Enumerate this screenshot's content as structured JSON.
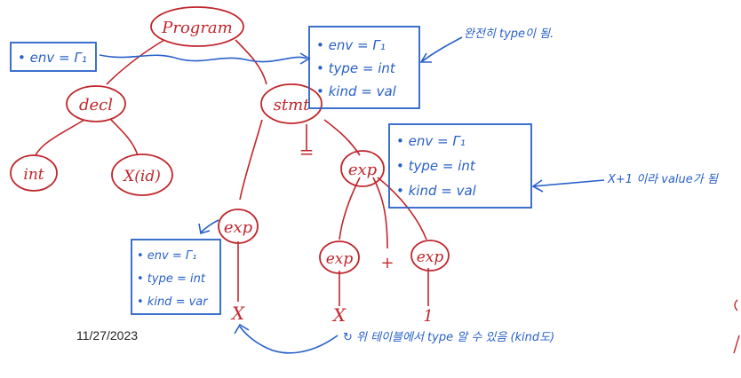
{
  "colors": {
    "tree": "#c0262c",
    "annotation": "#2860c8"
  },
  "nodes": {
    "program": "Program",
    "decl": "decl",
    "stmt": "stmt",
    "int": "int",
    "x_id": "X(id)",
    "exp_left": "exp",
    "exp_right": "exp",
    "exp_a": "exp",
    "exp_b": "exp"
  },
  "tokens": {
    "equals": "=",
    "plus": "+",
    "x_left": "X",
    "x_right": "X",
    "one": "1"
  },
  "env_box": {
    "line": "• env = Γ₁"
  },
  "stmt_box": {
    "line1": "• env = Γ₁",
    "line2": "• type = int",
    "line3": "• kind = val"
  },
  "stmt_note": "완전히 type이 됨.",
  "exp_box": {
    "line1": "• env = Γ₁",
    "line2": "• type = int",
    "line3": "• kind = val"
  },
  "exp_note": "X+1 이라 value가 됨",
  "left_box": {
    "line1": "• env = Γ₁",
    "line2": "• type = int",
    "line3": "• kind = var"
  },
  "bottom_note": "↻ 위 테이블에서 type 알 수 있음 (kind도)",
  "date": "11/27/2023"
}
